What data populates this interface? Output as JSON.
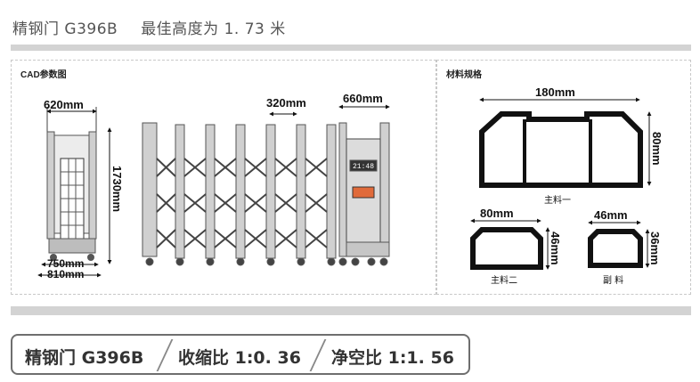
{
  "header": {
    "model": "精钢门 G396B",
    "height_note": "最佳高度为 1. 73 米"
  },
  "cad": {
    "title": "CAD参数图",
    "width_top": "620mm",
    "height": "1730mm",
    "base_inner": "750mm",
    "base_outer": "810mm",
    "spacing": "320mm",
    "head_width": "660mm",
    "display_time": "21:48"
  },
  "materials": {
    "title": "材料规格",
    "main1": {
      "width": "180mm",
      "height": "80mm",
      "label": "主料一"
    },
    "main2": {
      "width": "80mm",
      "height": "46mm",
      "label": "主料二"
    },
    "aux": {
      "width": "46mm",
      "height": "36mm",
      "label": "副 料"
    }
  },
  "spec": {
    "model": "精钢门 G396B",
    "shrink": "收缩比 1:0. 36",
    "clear": "净空比 1:1. 56"
  }
}
